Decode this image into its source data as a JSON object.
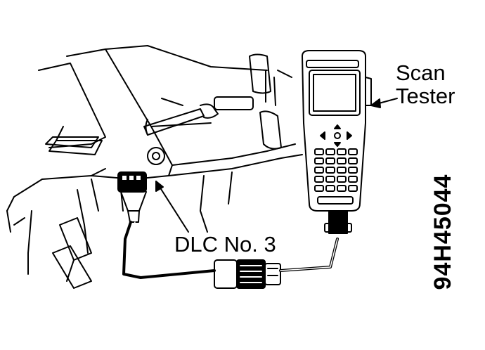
{
  "labels": {
    "scan_tester_line1": "Scan",
    "scan_tester_line2": "Tester",
    "dlc": "DLC No. 3",
    "figure_id": "94H45044"
  },
  "colors": {
    "line": "#000000",
    "background": "#ffffff"
  }
}
